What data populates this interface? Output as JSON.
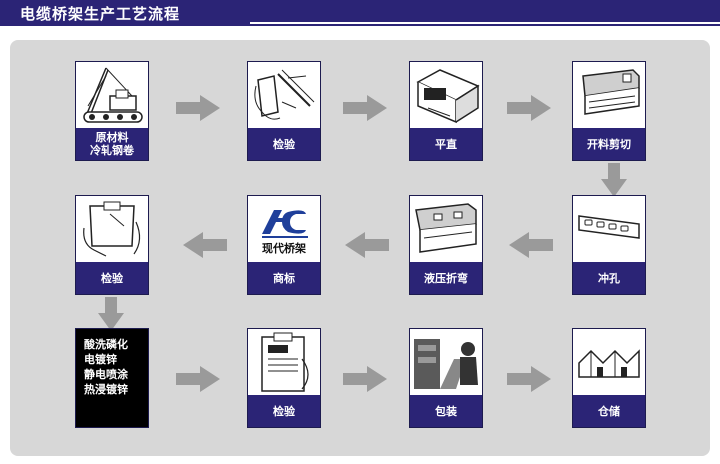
{
  "header": {
    "title": "电缆桥架生产工艺流程"
  },
  "steps": {
    "raw": {
      "label": "原材料\n冷轧钢卷"
    },
    "check1": {
      "label": "检验"
    },
    "flatten": {
      "label": "平直"
    },
    "cut": {
      "label": "开料剪切"
    },
    "punch": {
      "label": "冲孔"
    },
    "bend": {
      "label": "液压折弯"
    },
    "brand": {
      "label": "商标",
      "logo_text": "现代桥架"
    },
    "check2": {
      "label": "检验"
    },
    "treat": {
      "lines": [
        "酸洗磷化",
        "电镀锌",
        "静电喷涂",
        "热浸镀锌"
      ]
    },
    "check3": {
      "label": "检验"
    },
    "pack": {
      "label": "包装"
    },
    "store": {
      "label": "仓储"
    }
  },
  "colors": {
    "navy": "#2b2476",
    "arrow": "#9a9a9a",
    "panel": "#d7d7d7"
  }
}
